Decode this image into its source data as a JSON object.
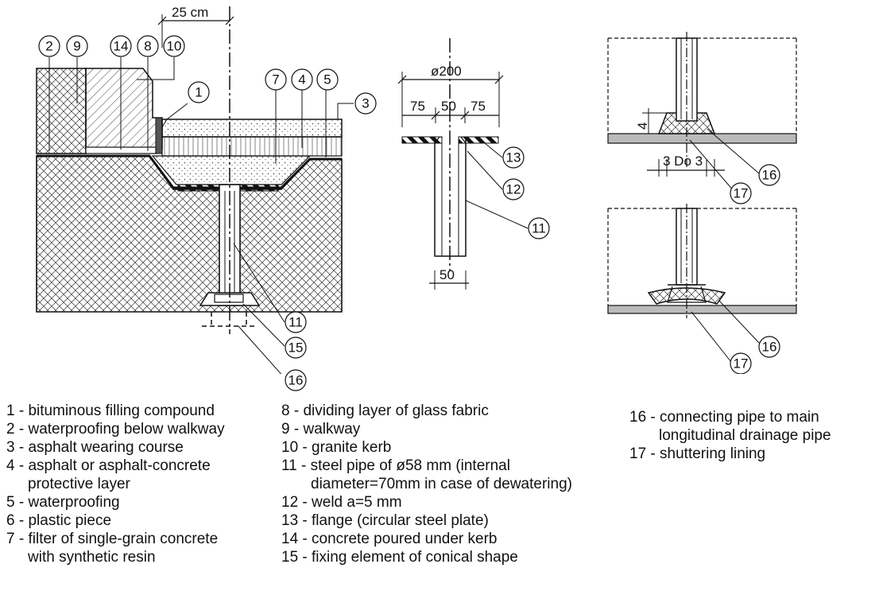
{
  "dimensions": {
    "top_offset": "25 cm",
    "flange_diameter": "ø200",
    "flange_left": "75",
    "flange_mid": "50",
    "flange_right": "75",
    "pipe_width": "50",
    "cone_height": "4",
    "cone_offsets": "3 Do 3"
  },
  "callouts": {
    "main": [
      "2",
      "9",
      "14",
      "8",
      "10",
      "1",
      "7",
      "4",
      "5",
      "3",
      "11",
      "15",
      "16"
    ],
    "detail": [
      "13",
      "12",
      "11"
    ],
    "right_top": [
      "16",
      "17"
    ],
    "right_bottom": [
      "16",
      "17"
    ]
  },
  "legend": {
    "col1": [
      {
        "n": "1",
        "text": "bituminous filling compound",
        "cont": ""
      },
      {
        "n": "2",
        "text": "waterproofing below walkway",
        "cont": ""
      },
      {
        "n": "3",
        "text": "asphalt wearing course",
        "cont": ""
      },
      {
        "n": "4",
        "text": "asphalt or asphalt-concrete",
        "cont": "protective layer"
      },
      {
        "n": "5",
        "text": "waterproofing",
        "cont": ""
      },
      {
        "n": "6",
        "text": "plastic piece",
        "cont": ""
      },
      {
        "n": "7",
        "text": "filter of single-grain concrete",
        "cont": "with synthetic resin"
      }
    ],
    "col2": [
      {
        "n": "8",
        "text": "dividing layer of glass fabric",
        "cont": ""
      },
      {
        "n": "9",
        "text": "walkway",
        "cont": ""
      },
      {
        "n": "10",
        "text": "granite kerb",
        "cont": ""
      },
      {
        "n": "11",
        "text": "steel pipe of ø58 mm (internal",
        "cont": "diameter=70mm in case of dewatering)"
      },
      {
        "n": "12",
        "text": "weld a=5 mm",
        "cont": ""
      },
      {
        "n": "13",
        "text": "flange (circular steel plate)",
        "cont": ""
      },
      {
        "n": "14",
        "text": "concrete poured under kerb",
        "cont": ""
      },
      {
        "n": "15",
        "text": "fixing element of conical shape",
        "cont": ""
      }
    ],
    "col3": [
      {
        "n": "16",
        "text": "connecting pipe to main",
        "cont": "longitudinal drainage pipe"
      },
      {
        "n": "17",
        "text": "shuttering lining",
        "cont": ""
      }
    ]
  }
}
